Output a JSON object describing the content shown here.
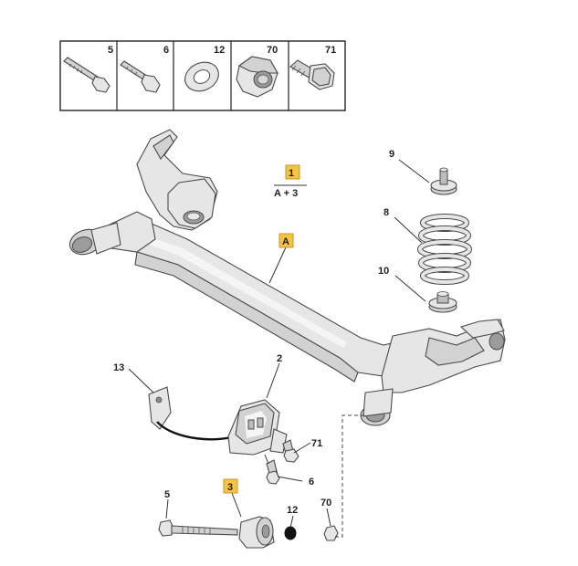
{
  "parts_box": [
    {
      "ref": "5"
    },
    {
      "ref": "6"
    },
    {
      "ref": "12"
    },
    {
      "ref": "70"
    },
    {
      "ref": "71"
    }
  ],
  "callouts": {
    "p1": "1",
    "p1_note": "A + 3",
    "pA": "A",
    "p2": "2",
    "p3": "3",
    "p5": "5",
    "p6": "6",
    "p8": "8",
    "p9": "9",
    "p10": "10",
    "p12": "12",
    "p13": "13",
    "p70": "70",
    "p71": "71"
  },
  "colors": {
    "tag_fill": "#f6c343",
    "tag_border": "#c9962a"
  }
}
